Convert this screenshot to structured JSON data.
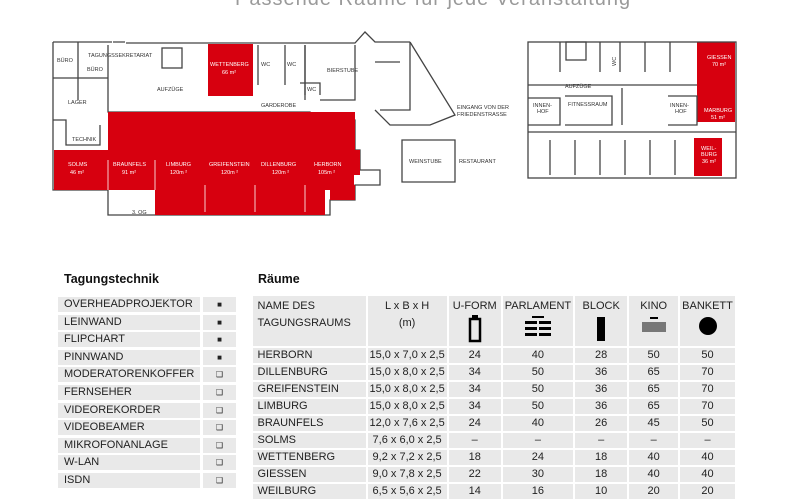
{
  "title": "Passende Räume für jede Veranstaltung",
  "plan_left": {
    "labels": {
      "buero1": "BÜRO",
      "buero2": "BÜRO",
      "sekretariat": "TAGUNGSSEKRETARIAT",
      "aufzuege": "AUFZÜGE",
      "wettenberg": "WETTENBERG",
      "wettenberg_area": "66 m²",
      "wc1": "WC",
      "wc2": "WC",
      "wc3": "WC",
      "bierstube": "BIERSTUBE",
      "lager": "LAGER",
      "garderobe": "GARDEROBE",
      "eingang1": "EINGANG VON DER",
      "eingang2": "FRIEDENSTRASSE",
      "technik": "TECHNIK",
      "weinstube": "WEINSTUBE",
      "restaurant": "RESTAURANT",
      "floor": "3. OG"
    },
    "rooms": [
      {
        "name": "SOLMS",
        "area": "46 m²"
      },
      {
        "name": "BRAUNFELS",
        "area": "91 m²"
      },
      {
        "name": "LIMBURG",
        "area": "120m ²"
      },
      {
        "name": "GREIFENSTEIN",
        "area": "120m ²"
      },
      {
        "name": "DILLENBURG",
        "area": "120m ²"
      },
      {
        "name": "HERBORN",
        "area": "105m ²"
      }
    ]
  },
  "plan_right": {
    "labels": {
      "wc": "WC",
      "aufzuege": "AUFZÜGE",
      "innenhof1a": "INNEN-",
      "innenhof1b": "HOF",
      "fitness": "FITNESSRAUM",
      "innenhof2a": "INNEN-",
      "innenhof2b": "HOF"
    },
    "rooms": [
      {
        "name": "GIESSEN",
        "area": "70 m²"
      },
      {
        "name": "MARBURG",
        "area": "51 m²"
      },
      {
        "name": "WEIL-",
        "name2": "BURG",
        "area": "36 m²"
      }
    ]
  },
  "colors": {
    "room_red": "#d7000f",
    "cell_bg": "#e9e9e9"
  },
  "technik": {
    "heading": "Tagungstechnik",
    "items": [
      {
        "label": "OVERHEADPROJEKTOR",
        "mark": "■"
      },
      {
        "label": "LEINWAND",
        "mark": "■"
      },
      {
        "label": "FLIPCHART",
        "mark": "■"
      },
      {
        "label": "PINNWAND",
        "mark": "■"
      },
      {
        "label": "MODERATORENKOFFER",
        "mark": "❑"
      },
      {
        "label": "FERNSEHER",
        "mark": "❑"
      },
      {
        "label": "VIDEOREKORDER",
        "mark": "❑"
      },
      {
        "label": "VIDEOBEAMER",
        "mark": "❑"
      },
      {
        "label": "MIKROFONANLAGE",
        "mark": "❑"
      },
      {
        "label": "W-LAN",
        "mark": "❑"
      },
      {
        "label": "ISDN",
        "mark": "❑"
      }
    ]
  },
  "raeume": {
    "heading": "Räume",
    "headers": {
      "name1": "NAME DES",
      "name2": "TAGUNGSRAUMS",
      "dim1": "L x B x H",
      "dim2": "(m)",
      "u": "U-FORM",
      "p": "PARLAMENT",
      "b": "BLOCK",
      "k": "KINO",
      "ba": "BANKETT"
    },
    "rows": [
      [
        "HERBORN",
        "15,0 x 7,0 x 2,5",
        "24",
        "40",
        "28",
        "50",
        "50"
      ],
      [
        "DILLENBURG",
        "15,0 x 8,0 x 2,5",
        "34",
        "50",
        "36",
        "65",
        "70"
      ],
      [
        "GREIFENSTEIN",
        "15,0 x 8,0 x 2,5",
        "34",
        "50",
        "36",
        "65",
        "70"
      ],
      [
        "LIMBURG",
        "15,0 x 8,0 x 2,5",
        "34",
        "50",
        "36",
        "65",
        "70"
      ],
      [
        "BRAUNFELS",
        "12,0 x 7,6 x 2,5",
        "24",
        "40",
        "26",
        "45",
        "50"
      ],
      [
        "SOLMS",
        "7,6 x 6,0 x 2,5",
        "–",
        "–",
        "–",
        "–",
        "–"
      ],
      [
        "WETTENBERG",
        "9,2 x 7,2 x 2,5",
        "18",
        "24",
        "18",
        "40",
        "40"
      ],
      [
        "GIESSEN",
        "9,0 x 7,8 x 2,5",
        "22",
        "30",
        "18",
        "40",
        "40"
      ],
      [
        "WEILBURG",
        "6,5 x 5,6 x 2,5",
        "14",
        "16",
        "10",
        "20",
        "20"
      ]
    ]
  }
}
